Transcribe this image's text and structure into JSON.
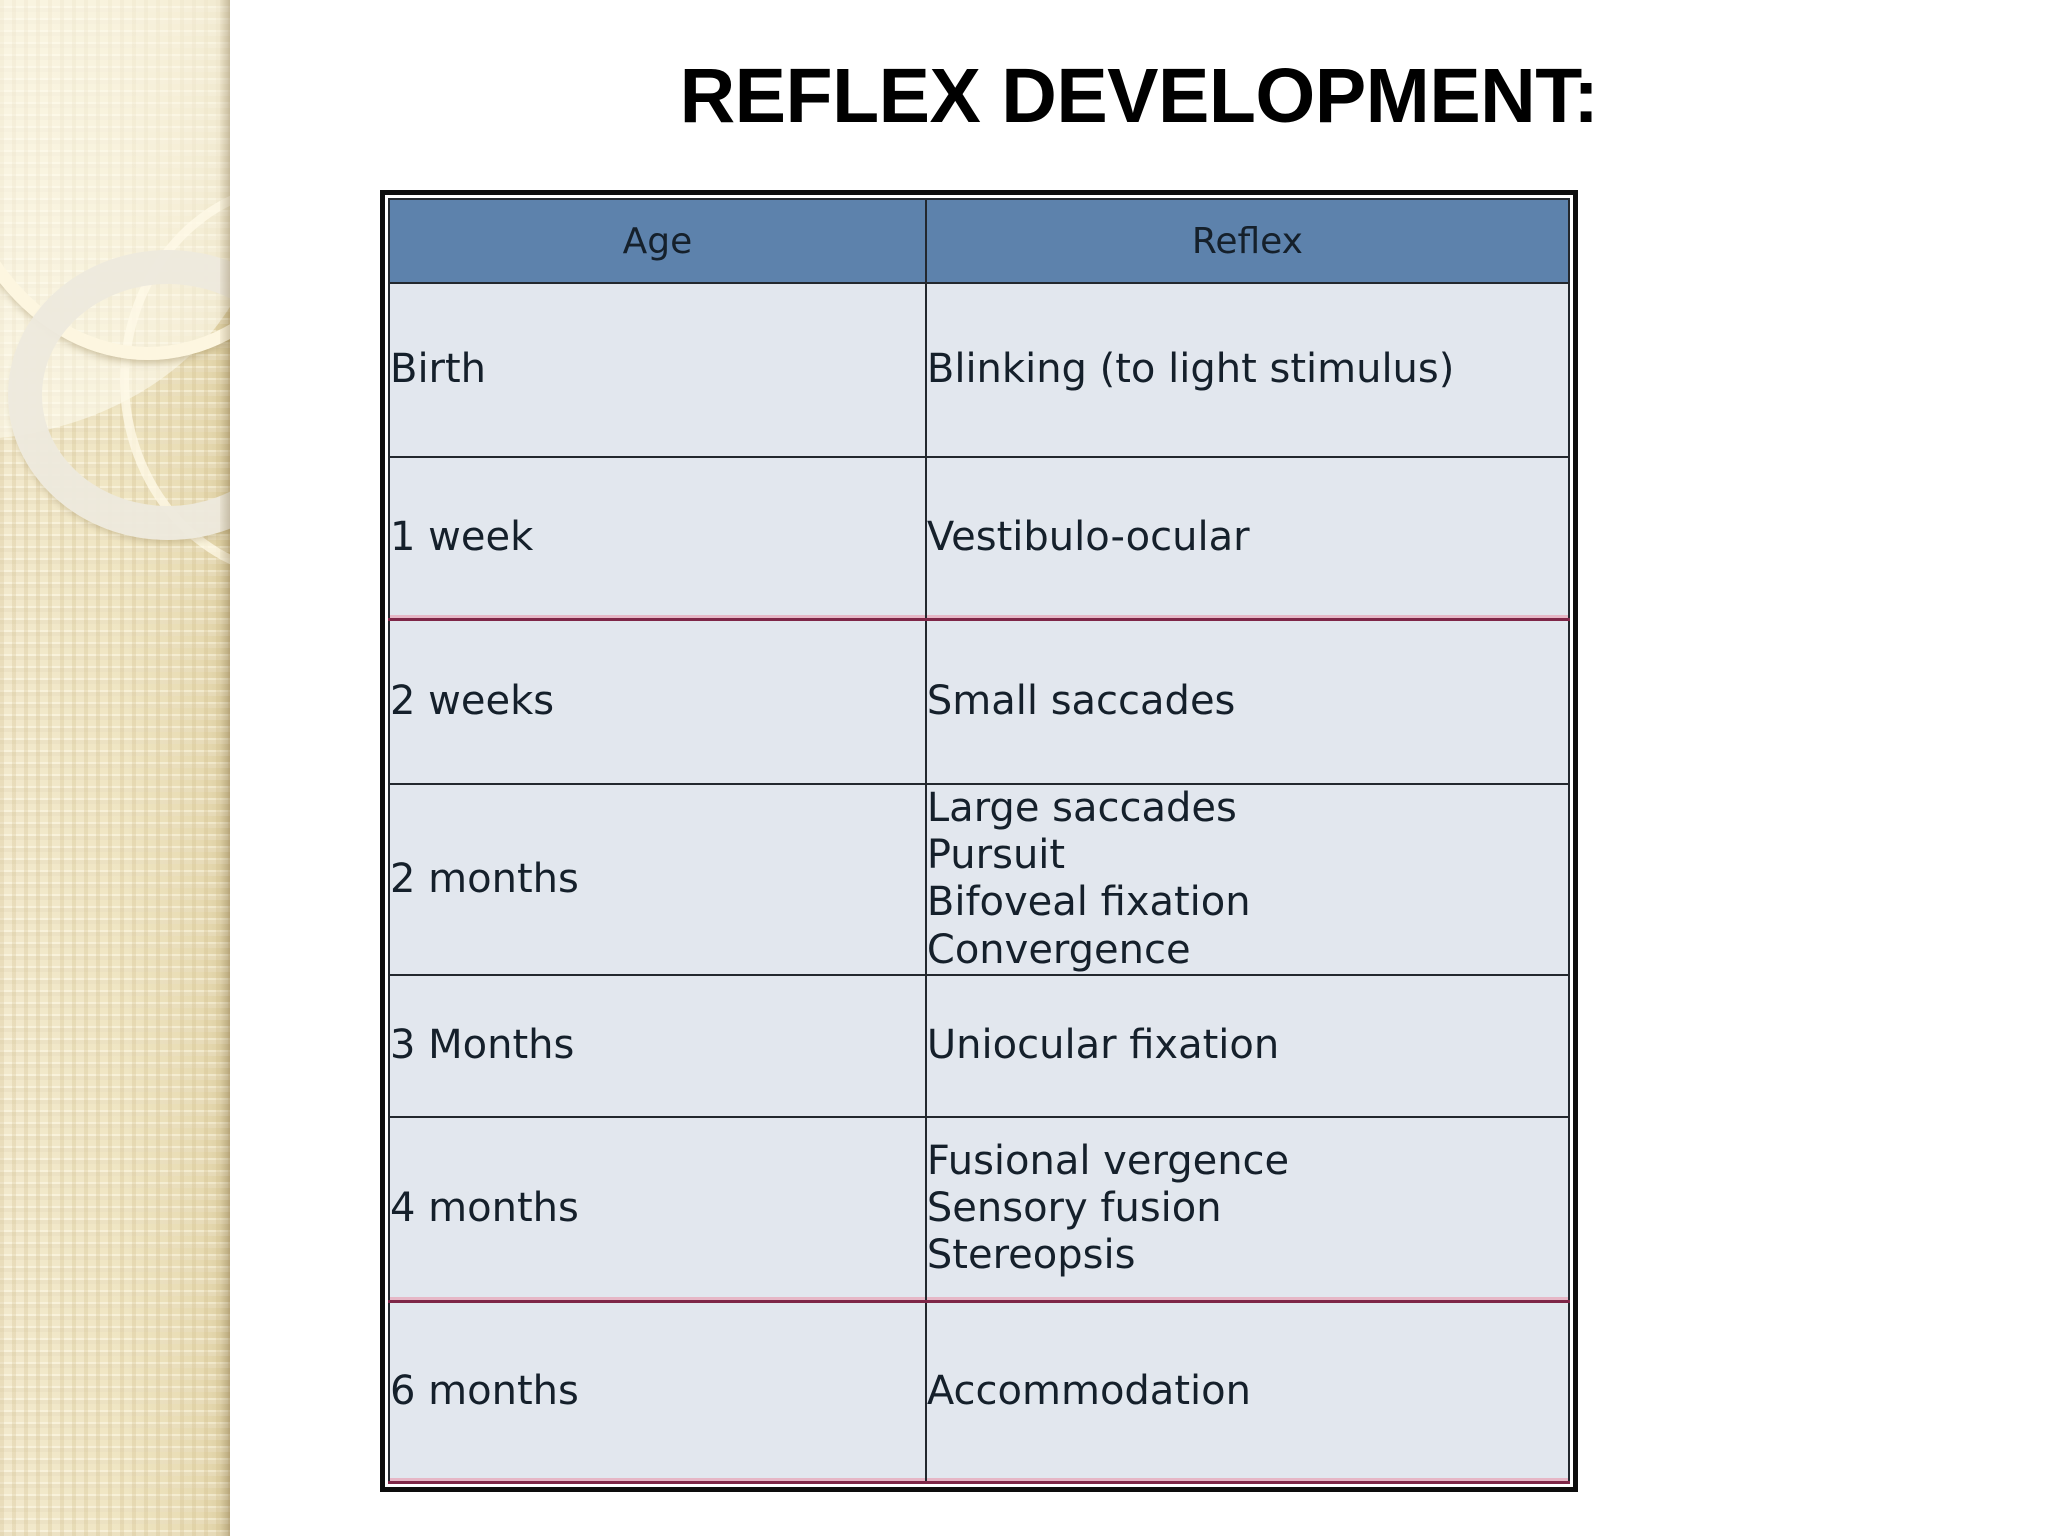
{
  "slide": {
    "title": "REFLEX DEVELOPMENT:",
    "background_color": "#ffffff",
    "sidebar_color": "#efe5c2",
    "header_color": "#5d82ac",
    "cell_color": "#e2e7ee",
    "accent_rule_color": "#7e2647"
  },
  "table": {
    "columns": [
      "Age",
      "Reflex"
    ],
    "rows": [
      {
        "age": "Birth",
        "reflex": "Blinking (to light stimulus)"
      },
      {
        "age": "1 week",
        "reflex": "Vestibulo-ocular"
      },
      {
        "age": "2 weeks",
        "reflex": "Small saccades"
      },
      {
        "age": "2 months",
        "reflex": "Large saccades\nPursuit\nBifoveal fixation\nConvergence"
      },
      {
        "age": "3 Months",
        "reflex": "Uniocular fixation"
      },
      {
        "age": "4 months",
        "reflex": "Fusional vergence\nSensory fusion\nStereopsis"
      },
      {
        "age": "6 months",
        "reflex": "Accommodation"
      }
    ]
  }
}
